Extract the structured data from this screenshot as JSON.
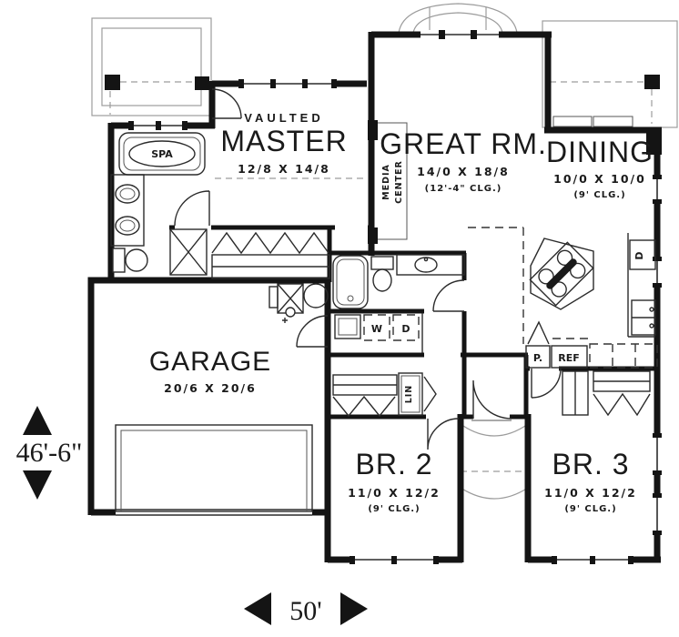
{
  "plan": {
    "rooms": {
      "master": {
        "prefix": "VAULTED",
        "name": "MASTER",
        "dims": "12/8 X 14/8"
      },
      "great_room": {
        "name": "GREAT RM.",
        "dims": "14/0 X 18/8",
        "ceiling": "(12'-4\" CLG.)"
      },
      "dining": {
        "name": "DINING",
        "dims": "10/0 X 10/0",
        "ceiling": "(9' CLG.)"
      },
      "garage": {
        "name": "GARAGE",
        "dims": "20/6 X 20/6"
      },
      "bedroom2": {
        "name": "BR. 2",
        "dims": "11/0 X 12/2",
        "ceiling": "(9' CLG.)"
      },
      "bedroom3": {
        "name": "BR. 3",
        "dims": "11/0 X 12/2",
        "ceiling": "(9' CLG.)"
      }
    },
    "fixtures": {
      "spa": "SPA",
      "media_line1": "MEDIA",
      "media_line2": "CENTER",
      "washer": "W",
      "dryer": "D",
      "dishwasher": "D",
      "pantry": "P.",
      "refrigerator": "REF",
      "linen": "LIN"
    },
    "dimensions": {
      "overall_width": "50'",
      "overall_height": "46'-6\""
    },
    "colors": {
      "wall": "#141414",
      "line": "#2b2b2b",
      "light_gray": "#9c9c9c",
      "background": "#ffffff"
    }
  }
}
